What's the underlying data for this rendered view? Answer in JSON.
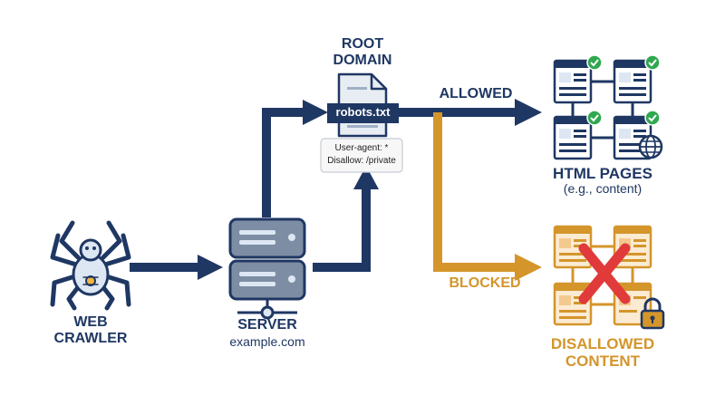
{
  "colors": {
    "navy": "#1f3763",
    "gold": "#d4952b",
    "green": "#2fa84f",
    "red": "#e03a3a",
    "light_blue": "#dde7f3",
    "light_orange": "#fcebd3"
  },
  "crawler": {
    "line1": "WEB",
    "line2": "CRAWLER",
    "icon": "spider-icon"
  },
  "server": {
    "title": "SERVER",
    "subtitle": "example.com",
    "icon": "server-icon"
  },
  "root": {
    "line1": "ROOT",
    "line2": "DOMAIN",
    "file_label": "robots.txt",
    "icon": "document-icon"
  },
  "rules": {
    "line1": "User-agent: *",
    "line2": "Disallow: /private"
  },
  "allowed": {
    "label": "ALLOWED"
  },
  "blocked": {
    "label": "BLOCKED"
  },
  "html_pages": {
    "title": "HTML PAGES",
    "subtitle": "(e.g., content)",
    "icon": "webpage-grid-icon"
  },
  "disallowed": {
    "line1": "DISALLOWED",
    "line2": "CONTENT",
    "icon": "lock-icon"
  }
}
